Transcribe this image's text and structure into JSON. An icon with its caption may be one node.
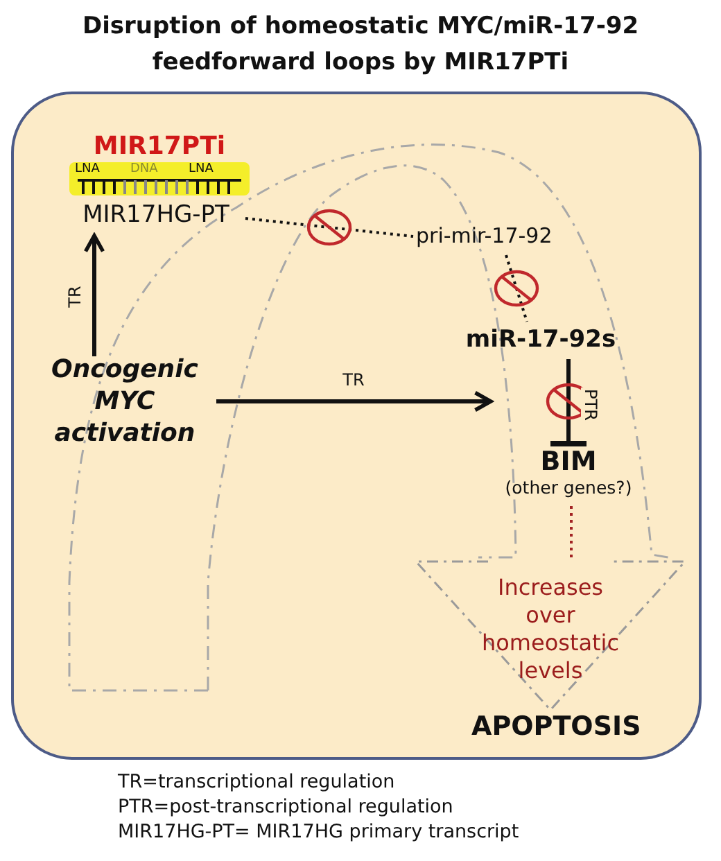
{
  "diagram": {
    "title": "Disruption of homeostatic MYC/miR-17-92 feedforward loops by MIR17PTi",
    "nodes": [
      {
        "text": [
          "APOPTOSIS"
        ]
      },
      {
        "text": [
          "MIR17PTi",
          "LNA",
          "DNA",
          "LNA"
        ],
        "in": 0
      },
      {
        "text": [
          "MIR17HG-PT"
        ],
        "in": 0
      },
      {
        "text": [
          "Oncogenic MYC activation"
        ],
        "in": 0
      },
      {
        "text": [
          "pri-mir-17-92"
        ],
        "in": 0
      },
      {
        "text": [
          "miR-17-92s"
        ],
        "in": 0
      },
      {
        "text": [
          "BIM",
          "(other genes?)"
        ],
        "in": 0
      },
      {
        "text": [
          "Increases over homeostatic levels"
        ],
        "in": 0
      }
    ],
    "edges": [
      {
        "from": 3,
        "to": 2,
        "arrow": "to",
        "label": "TR"
      },
      {
        "from": 3,
        "to": 6,
        "arrow": "to",
        "label": "TR"
      },
      {
        "from": 2,
        "to": 4,
        "arrow": "none",
        "style": "dashed"
      },
      {
        "from": 4,
        "to": 5,
        "arrow": "none",
        "style": "dashed"
      },
      {
        "from": 5,
        "to": 6,
        "arrow": "other",
        "label": "PTR"
      },
      {
        "from": 6,
        "to": 7,
        "arrow": "none",
        "style": "dashed",
        "color": "#a32424"
      }
    ],
    "labels": [
      "TR=transcriptional regulation",
      "PTR=post-transcriptional regulation",
      "MIR17HG-PT= MIR17HG primary transcript"
    ]
  }
}
